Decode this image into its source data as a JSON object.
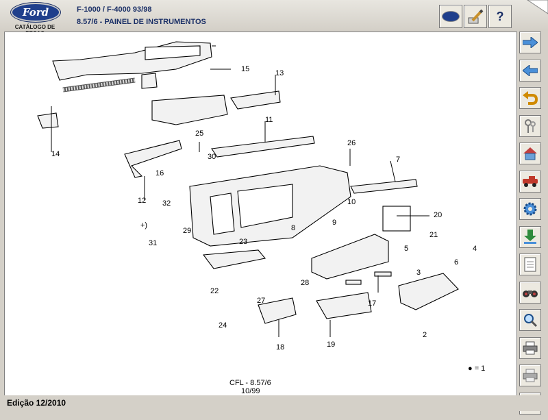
{
  "header": {
    "logo_text": "Ford",
    "logo_subtitle": "CATÁLOGO DE PEÇAS",
    "model": "F-1000 / F-4000 93/98",
    "section": "8.57/6 - PAINEL DE INSTRUMENTOS",
    "help_label": "?"
  },
  "diagram": {
    "reference": "CFL - 8.57/6",
    "date": "10/99",
    "legend": "● = 1",
    "callouts": [
      "15",
      "13",
      "11",
      "14",
      "25",
      "26",
      "7",
      "30",
      "16",
      "12",
      "32",
      "29",
      "10",
      "9",
      "20",
      "31",
      "23",
      "8",
      "21",
      "5",
      "4",
      "3",
      "6",
      "22",
      "28",
      "27",
      "17",
      "24",
      "18",
      "19",
      "2",
      "+)"
    ]
  },
  "footer": {
    "edition": "Edição 12/2010"
  },
  "colors": {
    "chrome": "#d4d0c8",
    "title": "#1a2f66",
    "logo": "#1f3f8c"
  }
}
